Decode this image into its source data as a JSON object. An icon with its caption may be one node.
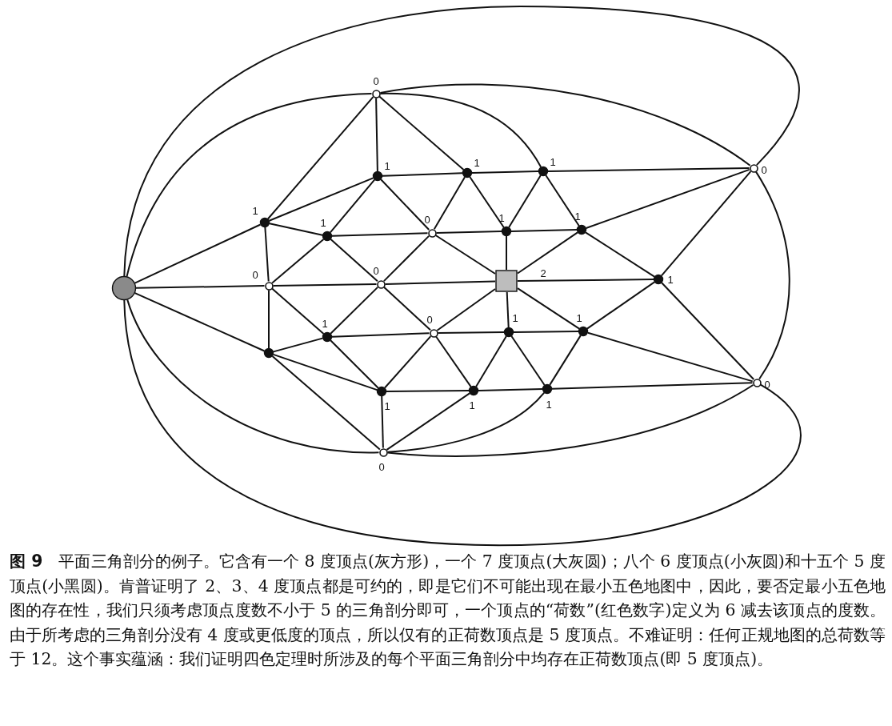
{
  "diagram": {
    "caption": "**图 9**　平面三角剖分的例子。它含有一个 8 度顶点(灰方形)，一个 7 度顶点(大灰圆)；八个 6 度顶点(小灰圆)和十五个 5 度顶点(小黑圆)。肯普证明了 2、3、4 度顶点都是可约的，即是它们不可能出现在最小五色地图中，因此，要否定最小五色地图的存在性，我们只须考虑顶点度数不小于 5 的三角剖分即可，一个顶点的“荷数”(红色数字)定义为 6 减去该顶点的度数。由于所考虑的三角剖分没有 4 度或更低度的顶点，所以仅有的正荷数顶点是 5 度顶点。不难证明：任何正规地图的总荷数等于 12。这个事实蕴涵：我们证明四色定理时所涉及的每个平面三角剖分中均存在正荷数顶点(即 5 度顶点)。",
    "nodes": [
      {
        "text": [],
        "shape": "circle"
      },
      {
        "text": [],
        "shape": "circle",
        "beside": [
          "0"
        ]
      },
      {
        "text": [],
        "shape": "circle",
        "beside": [
          "0"
        ]
      },
      {
        "text": [],
        "shape": "circle",
        "beside": [
          "1"
        ]
      },
      {
        "text": [],
        "shape": "circle",
        "beside": [
          "1"
        ]
      },
      {
        "text": [],
        "shape": "circle",
        "beside": [
          "1"
        ]
      },
      {
        "text": [],
        "shape": "circle",
        "beside": [
          "1"
        ]
      },
      {
        "text": [],
        "shape": "circle",
        "beside": [
          "1"
        ]
      },
      {
        "text": [],
        "shape": "circle",
        "beside": [
          "0"
        ]
      },
      {
        "text": [],
        "shape": "circle",
        "beside": [
          "1"
        ]
      },
      {
        "text": [],
        "shape": "circle",
        "beside": [
          "1"
        ]
      },
      {
        "text": [],
        "shape": "circle",
        "beside": [
          "0"
        ]
      },
      {
        "text": [],
        "shape": "circle",
        "beside": [
          "0"
        ]
      },
      {
        "text": [],
        "shape": "box",
        "beside": [
          "2"
        ]
      },
      {
        "text": [],
        "shape": "circle",
        "beside": [
          "1"
        ]
      },
      {
        "text": [],
        "shape": "circle"
      },
      {
        "text": [],
        "shape": "circle",
        "beside": [
          "1"
        ]
      },
      {
        "text": [],
        "shape": "circle",
        "beside": [
          "0"
        ]
      },
      {
        "text": [],
        "shape": "circle",
        "beside": [
          "1"
        ]
      },
      {
        "text": [],
        "shape": "circle",
        "beside": [
          "1"
        ]
      },
      {
        "text": [],
        "shape": "circle",
        "beside": [
          "1"
        ]
      },
      {
        "text": [],
        "shape": "circle",
        "beside": [
          "1"
        ]
      },
      {
        "text": [],
        "shape": "circle",
        "beside": [
          "1"
        ]
      },
      {
        "text": [],
        "shape": "circle",
        "beside": [
          "0"
        ]
      },
      {
        "text": [],
        "shape": "circle",
        "beside": [
          "0"
        ]
      }
    ],
    "edges": [
      {
        "from": 0,
        "to": 3,
        "arrow": "none"
      },
      {
        "from": 0,
        "to": 11,
        "arrow": "none"
      },
      {
        "from": 0,
        "to": 15,
        "arrow": "none"
      },
      {
        "from": 0,
        "to": 1,
        "arrow": "none"
      },
      {
        "from": 0,
        "to": 24,
        "arrow": "none"
      },
      {
        "from": 0,
        "to": 2,
        "arrow": "none"
      },
      {
        "from": 0,
        "to": 23,
        "arrow": "none"
      },
      {
        "from": 1,
        "to": 3,
        "arrow": "none"
      },
      {
        "from": 1,
        "to": 4,
        "arrow": "none"
      },
      {
        "from": 1,
        "to": 5,
        "arrow": "none"
      },
      {
        "from": 1,
        "to": 6,
        "arrow": "none"
      },
      {
        "from": 1,
        "to": 2,
        "arrow": "none"
      },
      {
        "from": 2,
        "to": 6,
        "arrow": "none"
      },
      {
        "from": 2,
        "to": 10,
        "arrow": "none"
      },
      {
        "from": 2,
        "to": 14,
        "arrow": "none"
      },
      {
        "from": 2,
        "to": 23,
        "arrow": "none"
      },
      {
        "from": 3,
        "to": 4,
        "arrow": "none"
      },
      {
        "from": 3,
        "to": 7,
        "arrow": "none"
      },
      {
        "from": 3,
        "to": 11,
        "arrow": "none"
      },
      {
        "from": 4,
        "to": 5,
        "arrow": "none"
      },
      {
        "from": 4,
        "to": 7,
        "arrow": "none"
      },
      {
        "from": 4,
        "to": 8,
        "arrow": "none"
      },
      {
        "from": 5,
        "to": 6,
        "arrow": "none"
      },
      {
        "from": 5,
        "to": 8,
        "arrow": "none"
      },
      {
        "from": 5,
        "to": 9,
        "arrow": "none"
      },
      {
        "from": 6,
        "to": 9,
        "arrow": "none"
      },
      {
        "from": 6,
        "to": 10,
        "arrow": "none"
      },
      {
        "from": 7,
        "to": 8,
        "arrow": "none"
      },
      {
        "from": 7,
        "to": 11,
        "arrow": "none"
      },
      {
        "from": 7,
        "to": 12,
        "arrow": "none"
      },
      {
        "from": 8,
        "to": 9,
        "arrow": "none"
      },
      {
        "from": 8,
        "to": 12,
        "arrow": "none"
      },
      {
        "from": 8,
        "to": 13,
        "arrow": "none"
      },
      {
        "from": 9,
        "to": 10,
        "arrow": "none"
      },
      {
        "from": 9,
        "to": 13,
        "arrow": "none"
      },
      {
        "from": 10,
        "to": 13,
        "arrow": "none"
      },
      {
        "from": 10,
        "to": 14,
        "arrow": "none"
      },
      {
        "from": 11,
        "to": 12,
        "arrow": "none"
      },
      {
        "from": 11,
        "to": 15,
        "arrow": "none"
      },
      {
        "from": 11,
        "to": 16,
        "arrow": "none"
      },
      {
        "from": 12,
        "to": 13,
        "arrow": "none"
      },
      {
        "from": 12,
        "to": 16,
        "arrow": "none"
      },
      {
        "from": 12,
        "to": 17,
        "arrow": "none"
      },
      {
        "from": 13,
        "to": 14,
        "arrow": "none"
      },
      {
        "from": 13,
        "to": 19,
        "arrow": "none"
      },
      {
        "from": 13,
        "to": 18,
        "arrow": "none"
      },
      {
        "from": 13,
        "to": 17,
        "arrow": "none"
      },
      {
        "from": 14,
        "to": 23,
        "arrow": "none"
      },
      {
        "from": 14,
        "to": 19,
        "arrow": "none"
      },
      {
        "from": 15,
        "to": 16,
        "arrow": "none"
      },
      {
        "from": 15,
        "to": 20,
        "arrow": "none"
      },
      {
        "from": 15,
        "to": 24,
        "arrow": "none"
      },
      {
        "from": 16,
        "to": 17,
        "arrow": "none"
      },
      {
        "from": 16,
        "to": 20,
        "arrow": "none"
      },
      {
        "from": 17,
        "to": 18,
        "arrow": "none"
      },
      {
        "from": 17,
        "to": 20,
        "arrow": "none"
      },
      {
        "from": 17,
        "to": 21,
        "arrow": "none"
      },
      {
        "from": 18,
        "to": 19,
        "arrow": "none"
      },
      {
        "from": 18,
        "to": 21,
        "arrow": "none"
      },
      {
        "from": 18,
        "to": 22,
        "arrow": "none"
      },
      {
        "from": 19,
        "to": 23,
        "arrow": "none"
      },
      {
        "from": 19,
        "to": 22,
        "arrow": "none"
      },
      {
        "from": 20,
        "to": 21,
        "arrow": "none"
      },
      {
        "from": 20,
        "to": 24,
        "arrow": "none"
      },
      {
        "from": 21,
        "to": 22,
        "arrow": "none"
      },
      {
        "from": 21,
        "to": 24,
        "arrow": "none"
      },
      {
        "from": 22,
        "to": 23,
        "arrow": "none"
      },
      {
        "from": 22,
        "to": 24,
        "arrow": "none"
      },
      {
        "from": 23,
        "to": 24,
        "arrow": "none"
      }
    ]
  }
}
